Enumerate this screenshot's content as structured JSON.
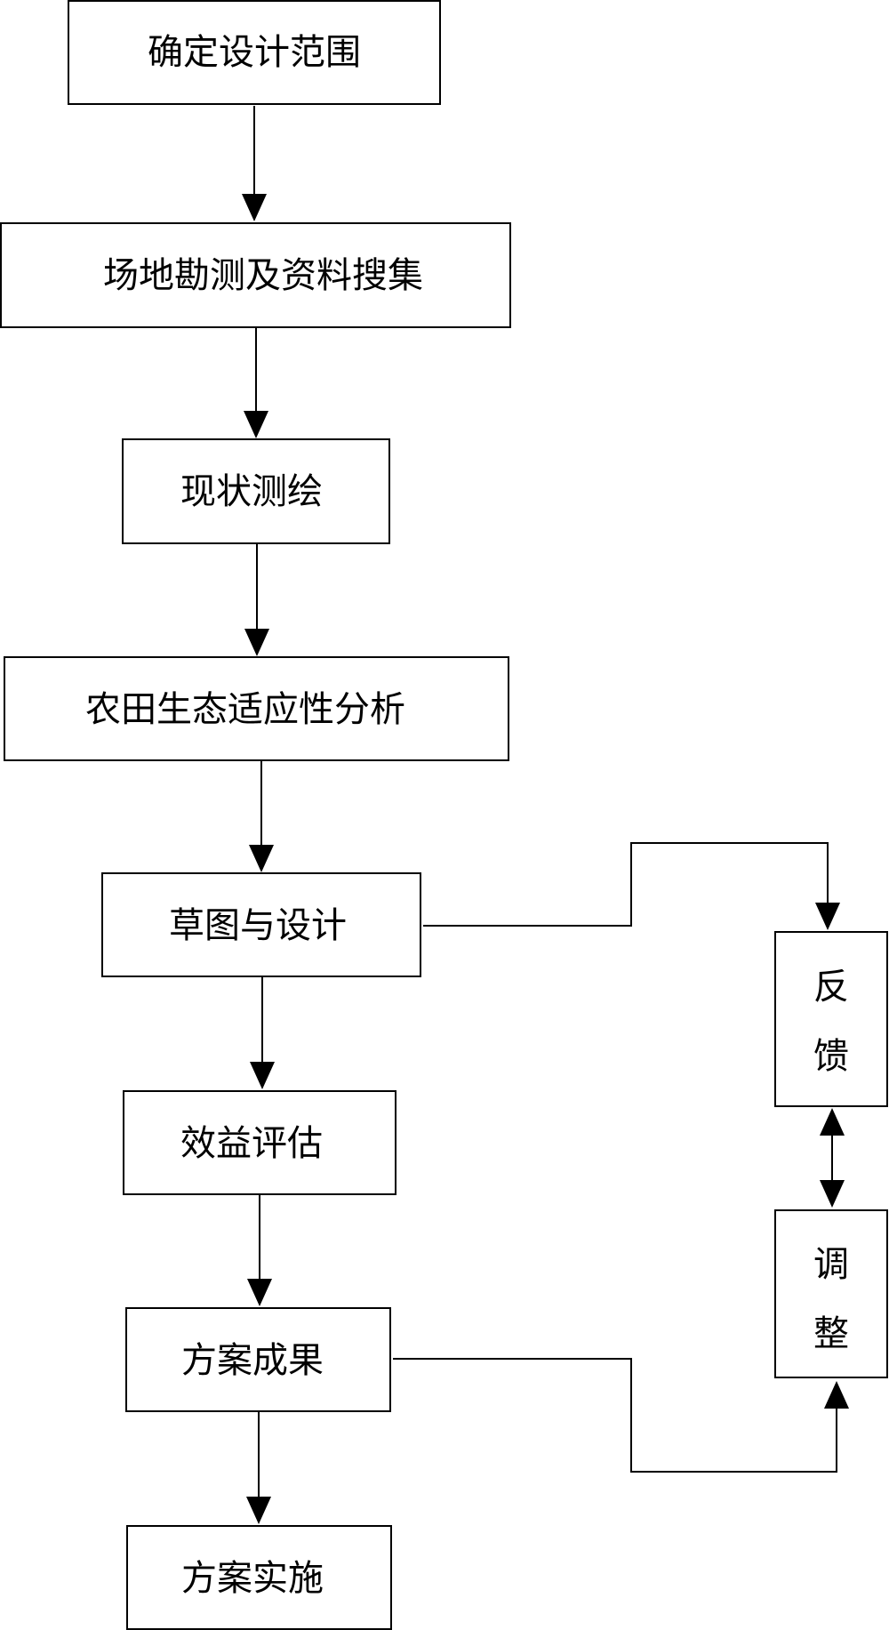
{
  "flowchart": {
    "steps": [
      {
        "id": "scope",
        "label": "确定设计范围"
      },
      {
        "id": "survey",
        "label": "场地勘测及资料搜集"
      },
      {
        "id": "mapping",
        "label": "现状测绘"
      },
      {
        "id": "analysis",
        "label": "农田生态适应性分析"
      },
      {
        "id": "sketch",
        "label": "草图与设计"
      },
      {
        "id": "evaluation",
        "label": "效益评估"
      },
      {
        "id": "result",
        "label": "方案成果"
      },
      {
        "id": "implementation",
        "label": "方案实施"
      }
    ],
    "side": [
      {
        "id": "feedback",
        "chars": [
          "反",
          "馈"
        ]
      },
      {
        "id": "adjust",
        "chars": [
          "调",
          "整"
        ]
      }
    ]
  }
}
